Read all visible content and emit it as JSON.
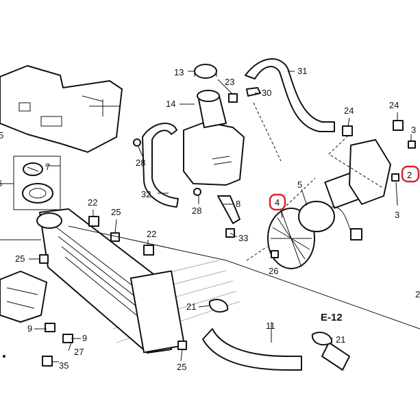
{
  "callouts": {
    "n2": "2",
    "n3a": "3",
    "n3b": "3",
    "n4": "4",
    "n5": "5",
    "n6": "6",
    "n7": "7",
    "n8": "8",
    "n9a": "9",
    "n9b": "9",
    "n11": "11",
    "n13": "13",
    "n14": "14",
    "n21a": "21",
    "n21b": "21",
    "n22a": "22",
    "n22b": "22",
    "n23": "23",
    "n24a": "24",
    "n24b": "24",
    "n25a": "25",
    "n25b": "25",
    "n25c": "25",
    "n26": "26",
    "n27": "27",
    "n28a": "28",
    "n28b": "28",
    "n30": "30",
    "n31": "31",
    "n32": "32",
    "n33": "33",
    "n35": "35",
    "edge_right": "2",
    "edge_left": "5"
  },
  "section_ref": "E-12",
  "highlight_color": "#e0202a",
  "line_color": "#111111"
}
